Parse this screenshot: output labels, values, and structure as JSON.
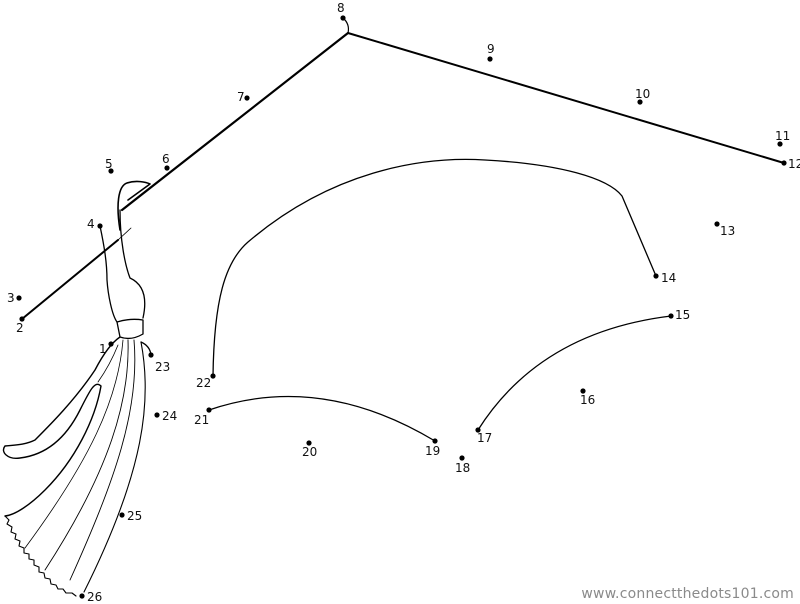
{
  "puzzle": {
    "dot_labels": [
      "1",
      "2",
      "3",
      "4",
      "5",
      "6",
      "7",
      "8",
      "9",
      "10",
      "11",
      "12",
      "13",
      "14",
      "15",
      "16",
      "17",
      "18",
      "19",
      "20",
      "21",
      "22",
      "23",
      "24",
      "25",
      "26"
    ]
  },
  "watermark": "www.connectthedots101.com",
  "colors": {
    "ink": "#000000",
    "watermark": "#8a8a8a"
  }
}
